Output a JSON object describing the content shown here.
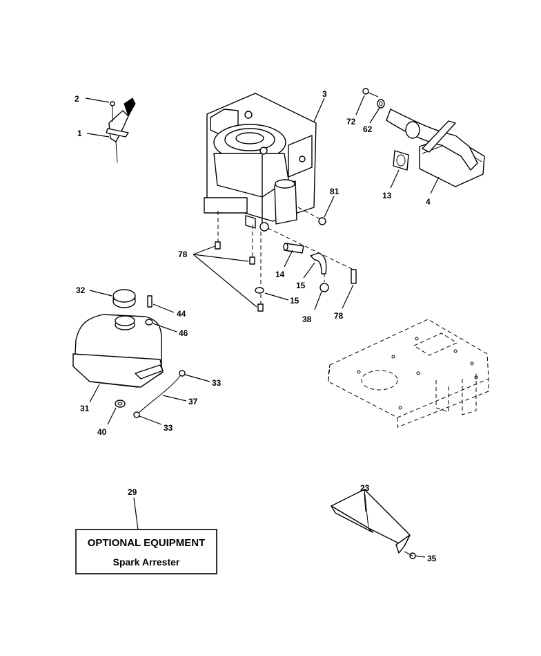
{
  "callouts": {
    "c1": "1",
    "c2": "2",
    "c3": "3",
    "c4": "4",
    "c13": "13",
    "c14": "14",
    "c15a": "15",
    "c15b": "15",
    "c23": "23",
    "c29": "29",
    "c31": "31",
    "c32": "32",
    "c33a": "33",
    "c33b": "33",
    "c35": "35",
    "c37": "37",
    "c38": "38",
    "c40": "40",
    "c44": "44",
    "c46": "46",
    "c62": "62",
    "c72": "72",
    "c78a": "78",
    "c78b": "78",
    "c81": "81"
  },
  "optional_box": {
    "title": "OPTIONAL EQUIPMENT",
    "subtitle": "Spark Arrester"
  }
}
